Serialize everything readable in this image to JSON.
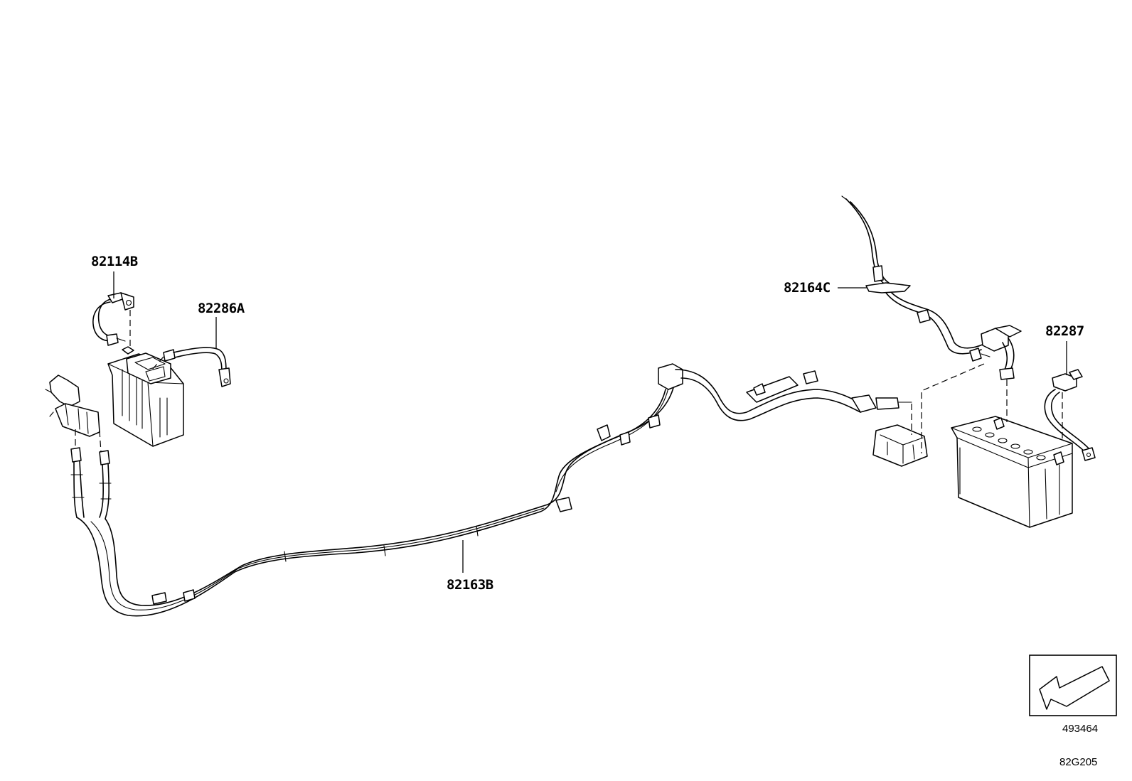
{
  "parts": {
    "p82114B": "82114B",
    "p82286A": "82286A",
    "p82164C": "82164C",
    "p82287": "82287",
    "p82163B": "82163B"
  },
  "reference": {
    "image_number": "493464",
    "diagram_code": "82G205",
    "direction_icon": "front-direction-arrow-icon"
  }
}
